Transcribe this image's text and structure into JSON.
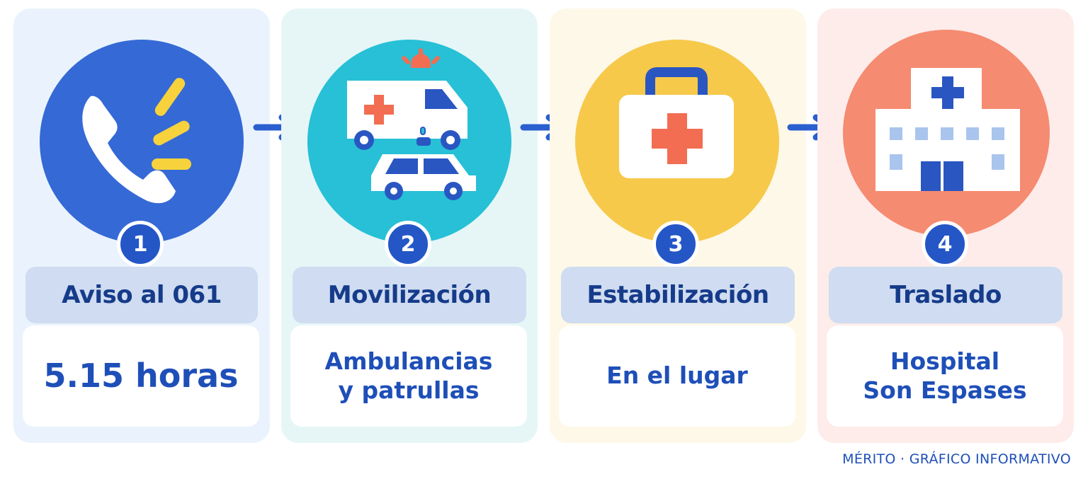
{
  "steps": [
    {
      "number": "1",
      "title": "Aviso al 061",
      "detail_lines": [
        "5.15 horas"
      ],
      "icon": "phone-icon",
      "circle_color": "#3569d6",
      "card_color": "#eaf3fd"
    },
    {
      "number": "2",
      "title": "Movilización",
      "detail_lines": [
        "Ambulancias",
        "y patrullas"
      ],
      "icon": "ambulance-police-car-icon",
      "circle_color": "#27c0d6",
      "card_color": "#e6f6f7"
    },
    {
      "number": "3",
      "title": "Estabilización",
      "detail_lines": [
        "En el lugar"
      ],
      "icon": "first-aid-kit-icon",
      "circle_color": "#f6c94a",
      "card_color": "#fdf8e8"
    },
    {
      "number": "4",
      "title": "Traslado",
      "detail_lines": [
        "Hospital",
        "Son Espases"
      ],
      "icon": "hospital-icon",
      "circle_color": "#f58b70",
      "card_color": "#fdecea"
    }
  ],
  "colors": {
    "badge": "#2456c6",
    "label_bg": "#cfdcf1",
    "label_text": "#163b8a",
    "detail_text": "#1e4fb8",
    "arrow": "#2a5fcf"
  },
  "footer": "MÉRITO · GRÁFICO INFORMATIVO"
}
